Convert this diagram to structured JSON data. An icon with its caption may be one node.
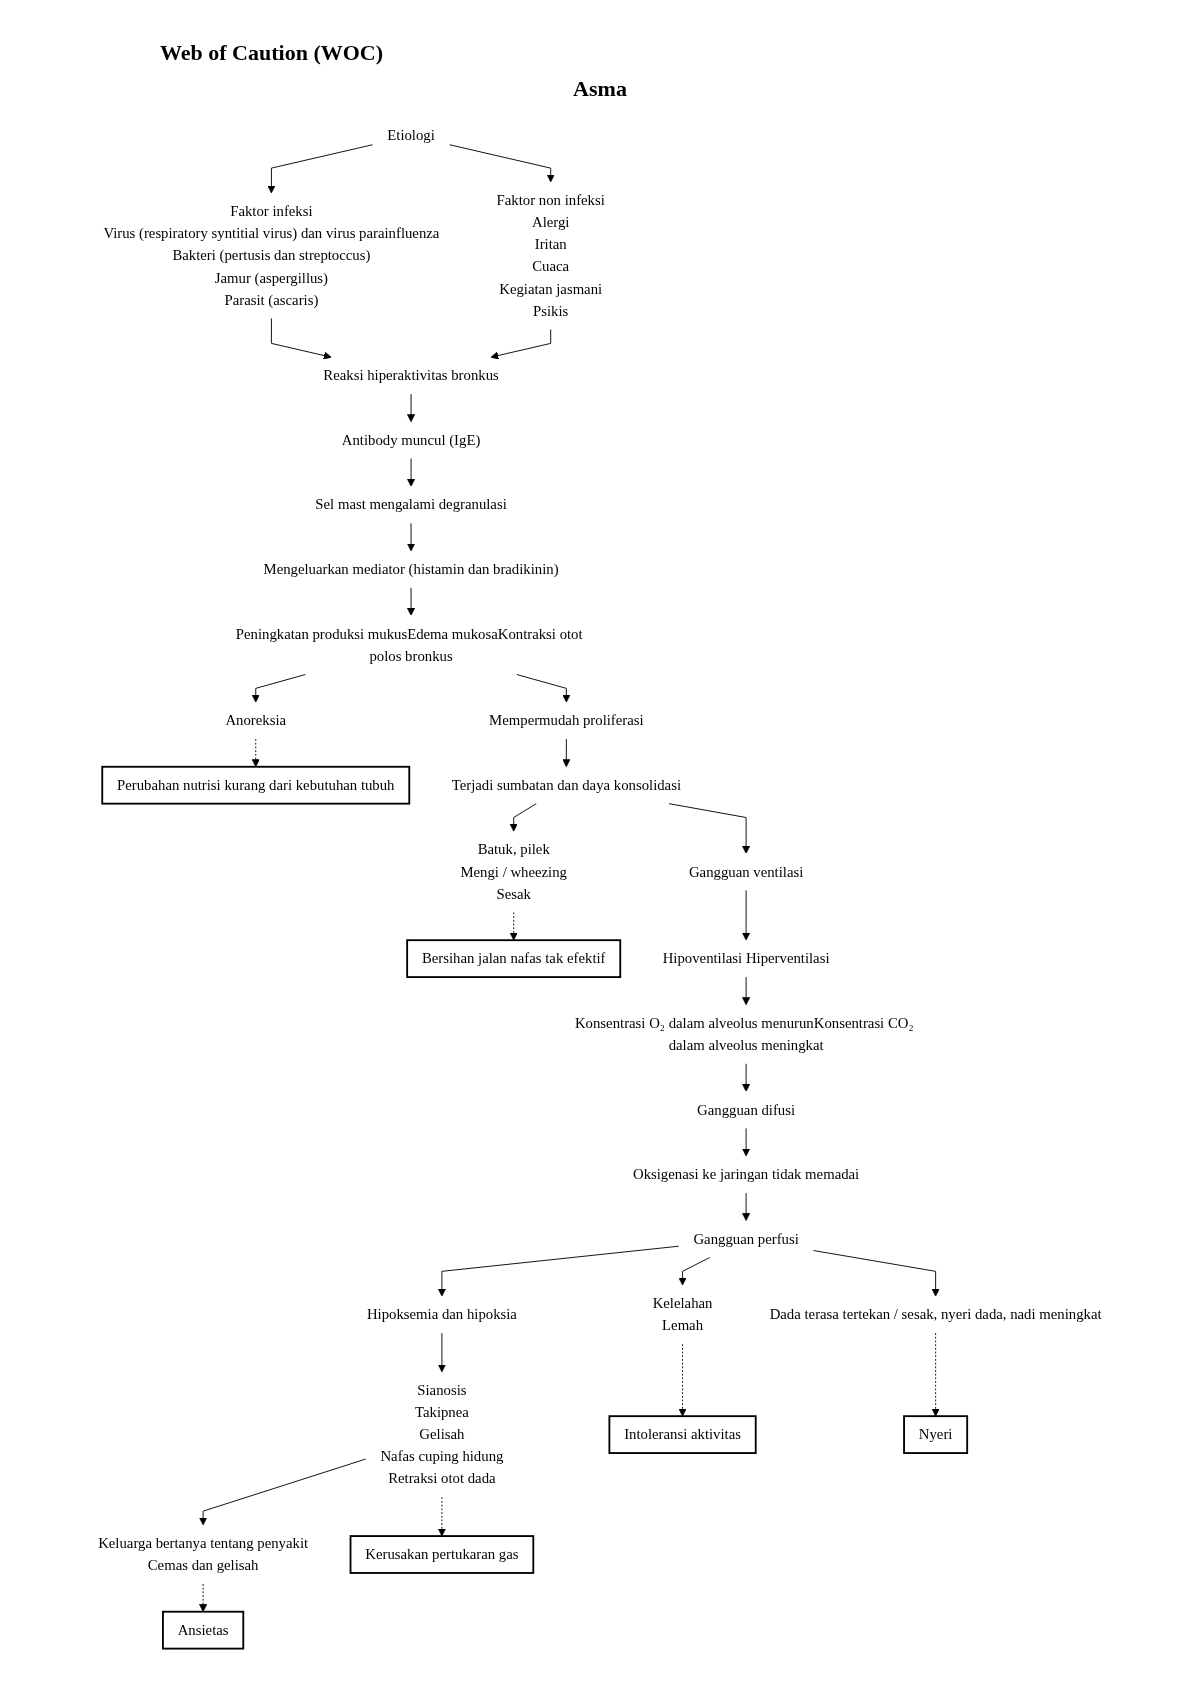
{
  "diagram": {
    "title": "Web of Caution (WOC)",
    "nodes": [
      {
        "text": [
          "Etiologi"
        ]
      },
      {
        "text": [
          "Faktor infeksi",
          "Virus (respiratory syntitial virus) dan virus parainfluenza",
          "Bakteri (pertusis dan streptoccus)",
          "Jamur (aspergillus)",
          "Parasit (ascaris)"
        ]
      },
      {
        "text": [
          "Faktor non infeksi",
          "Alergi",
          "Iritan",
          "Cuaca",
          "Kegiatan jasmani",
          "Psikis"
        ]
      },
      {
        "text": [
          "Reaksi hiperaktivitas bronkus"
        ]
      },
      {
        "text": [
          "Antibody muncul (IgE)"
        ]
      },
      {
        "text": [
          "Sel mast mengalami degranulasi"
        ]
      },
      {
        "text": [
          "Mengeluarkan mediator (histamin dan bradikinin)"
        ]
      },
      {
        "text": [
          "Peningkatan produksi mukusEdema mukosaKontraksi otot polos bronkus"
        ]
      },
      {
        "text": [
          "Anoreksia"
        ]
      },
      {
        "text": [
          "Mempermudah proliferasi"
        ]
      },
      {
        "text": [
          "Perubahan nutrisi kurang dari kebutuhan tubuh"
        ]
      },
      {
        "text": [
          "Terjadi sumbatan dan daya konsolidasi"
        ]
      },
      {
        "text": [
          "Batuk, pilek",
          "Mengi / wheezing",
          "Sesak"
        ]
      },
      {
        "text": [
          "Gangguan ventilasi"
        ]
      },
      {
        "text": [
          "Bersihan jalan nafas tak efektif"
        ]
      },
      {
        "text": [
          "Hipoventilasi Hiperventilasi"
        ]
      },
      {
        "text": [
          "Konsentrasi O₂ dalam alveolus menurunKonsentrasi CO₂ dalam alveolus meningkat"
        ]
      },
      {
        "text": [
          "Gangguan difusi"
        ]
      },
      {
        "text": [
          "Oksigenasi ke jaringan tidak memadai"
        ]
      },
      {
        "text": [
          "Gangguan perfusi"
        ]
      },
      {
        "text": [
          "Hipoksemia dan hipoksia"
        ]
      },
      {
        "text": [
          "Kelelahan",
          "Lemah"
        ]
      },
      {
        "text": [
          "Dada terasa tertekan / sesak, nyeri dada, nadi meningkat"
        ]
      },
      {
        "text": [
          "Sianosis",
          "Takipnea",
          "Gelisah",
          "Nafas cuping hidung",
          "Retraksi otot dada"
        ]
      },
      {
        "text": [
          "Intoleransi aktivitas"
        ]
      },
      {
        "text": [
          "Nyeri"
        ]
      },
      {
        "text": [
          "Keluarga bertanya tentang penyakit",
          "Cemas dan gelisah"
        ]
      },
      {
        "text": [
          "Kerusakan pertukaran gas"
        ]
      },
      {
        "text": [
          "Ansietas"
        ]
      }
    ],
    "edges": [
      {
        "from": 0,
        "to": 1,
        "arrow": "to"
      },
      {
        "from": 0,
        "to": 2,
        "arrow": "to"
      },
      {
        "from": 1,
        "to": 3,
        "arrow": "to"
      },
      {
        "from": 2,
        "to": 3,
        "arrow": "to"
      },
      {
        "from": 3,
        "to": 4,
        "arrow": "to"
      },
      {
        "from": 4,
        "to": 5,
        "arrow": "to"
      },
      {
        "from": 5,
        "to": 6,
        "arrow": "to"
      },
      {
        "from": 6,
        "to": 7,
        "arrow": "to"
      },
      {
        "from": 7,
        "to": 8,
        "arrow": "to"
      },
      {
        "from": 7,
        "to": 9,
        "arrow": "to"
      },
      {
        "from": 8,
        "to": 10,
        "arrow": "to",
        "style": "dashed"
      },
      {
        "from": 9,
        "to": 11,
        "arrow": "to"
      },
      {
        "from": 11,
        "to": 12,
        "arrow": "to"
      },
      {
        "from": 11,
        "to": 13,
        "arrow": "to"
      },
      {
        "from": 12,
        "to": 14,
        "arrow": "to",
        "style": "dashed"
      },
      {
        "from": 13,
        "to": 15,
        "arrow": "to"
      },
      {
        "from": 15,
        "to": 16,
        "arrow": "to"
      },
      {
        "from": 16,
        "to": 17,
        "arrow": "to"
      },
      {
        "from": 17,
        "to": 18,
        "arrow": "to"
      },
      {
        "from": 18,
        "to": 19,
        "arrow": "to"
      },
      {
        "from": 19,
        "to": 20,
        "arrow": "to"
      },
      {
        "from": 19,
        "to": 21,
        "arrow": "to"
      },
      {
        "from": 19,
        "to": 22,
        "arrow": "to"
      },
      {
        "from": 20,
        "to": 23,
        "arrow": "to"
      },
      {
        "from": 21,
        "to": 24,
        "arrow": "to",
        "style": "dashed"
      },
      {
        "from": 22,
        "to": 25,
        "arrow": "to",
        "style": "dashed"
      },
      {
        "from": 23,
        "to": 26,
        "arrow": "to"
      },
      {
        "from": 23,
        "to": 27,
        "arrow": "to",
        "style": "dashed"
      },
      {
        "from": 26,
        "to": 28,
        "arrow": "to",
        "style": "dashed"
      }
    ],
    "labels": [
      "Asma"
    ]
  }
}
